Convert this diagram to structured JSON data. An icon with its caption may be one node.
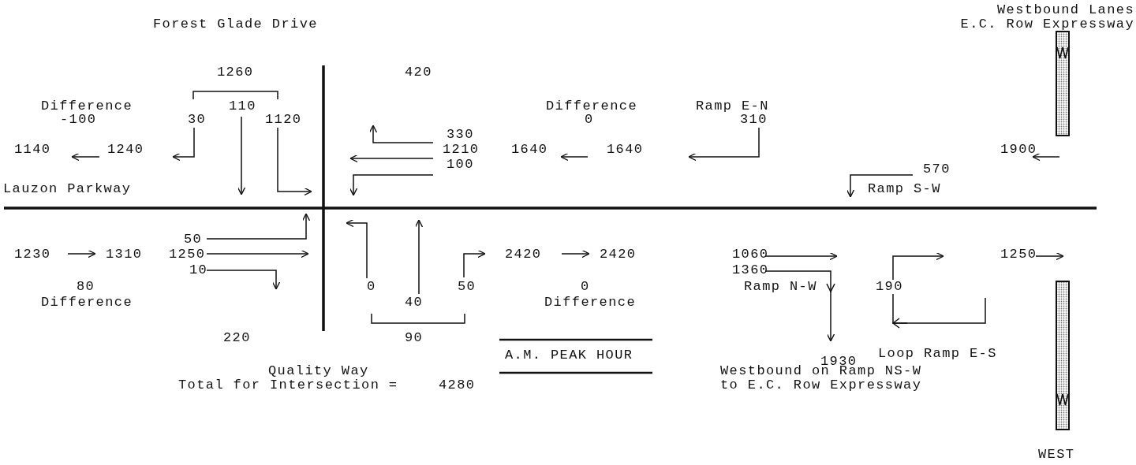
{
  "diagram": {
    "labels": [
      "Westbound Lanes",
      "Forest Glade Drive",
      "E.C. Row Expressway",
      "1260",
      "420",
      "Difference",
      "110",
      "Difference",
      "Ramp E-N",
      "-100",
      "30",
      "1120",
      "0",
      "310",
      "330",
      "1140",
      "1240",
      "1210",
      "1640",
      "1640",
      "1900",
      "100",
      "570",
      "Lauzon Parkway",
      "Ramp S-W",
      "50",
      "1230",
      "1310",
      "1250",
      "2420",
      "2420",
      "1060",
      "1250",
      "10",
      "1360",
      "80",
      "0",
      "50",
      "0",
      "Ramp N-W",
      "190",
      "Difference",
      "40",
      "Difference",
      "220",
      "90",
      "A.M. PEAK HOUR",
      "Loop Ramp E-S",
      "1930",
      "Quality Way",
      "Westbound on Ramp NS-W",
      "Total for Intersection =",
      "4280",
      "to E.C. Row Expressway",
      "WEST"
    ]
  }
}
